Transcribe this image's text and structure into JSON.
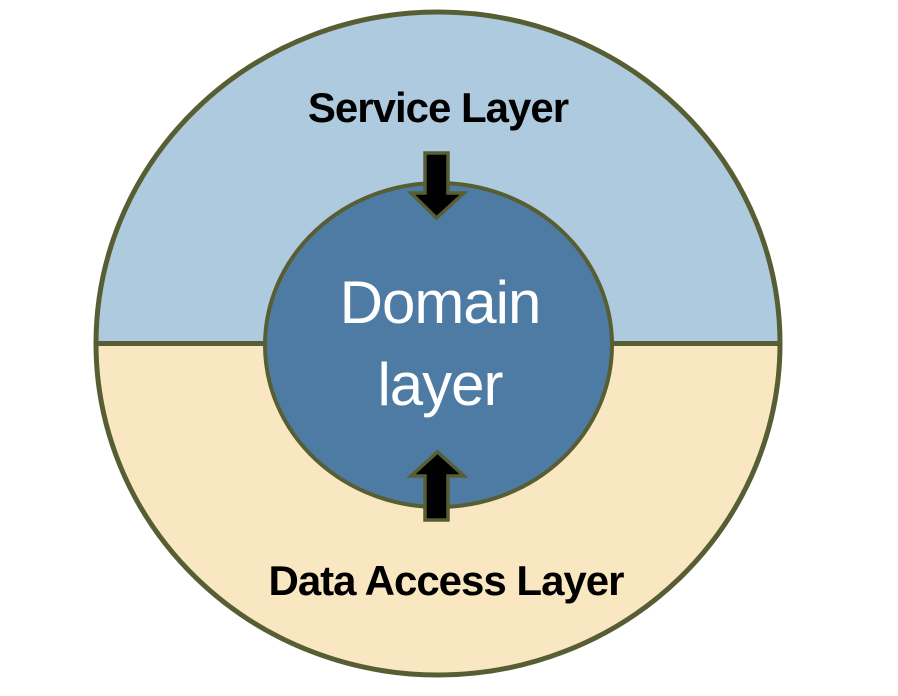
{
  "diagram": {
    "service_layer_label": "Service Layer",
    "data_access_layer_label": "Data Access Layer",
    "domain_label_line1": "Domain",
    "domain_label_line2": "layer",
    "arrows": [
      {
        "id": "service-to-domain-arrow",
        "direction": "down"
      },
      {
        "id": "data-access-to-domain-arrow",
        "direction": "up"
      }
    ],
    "colors": {
      "background": "#ffffff",
      "service_layer_fill": "#aecade",
      "data_access_layer_fill": "#f9e7c1",
      "domain_layer_fill": "#4d7ba3",
      "outline": "#585e33",
      "arrow_fill": "#000000",
      "outer_label_text": "#000000",
      "domain_label_text": "#ffffff"
    }
  }
}
